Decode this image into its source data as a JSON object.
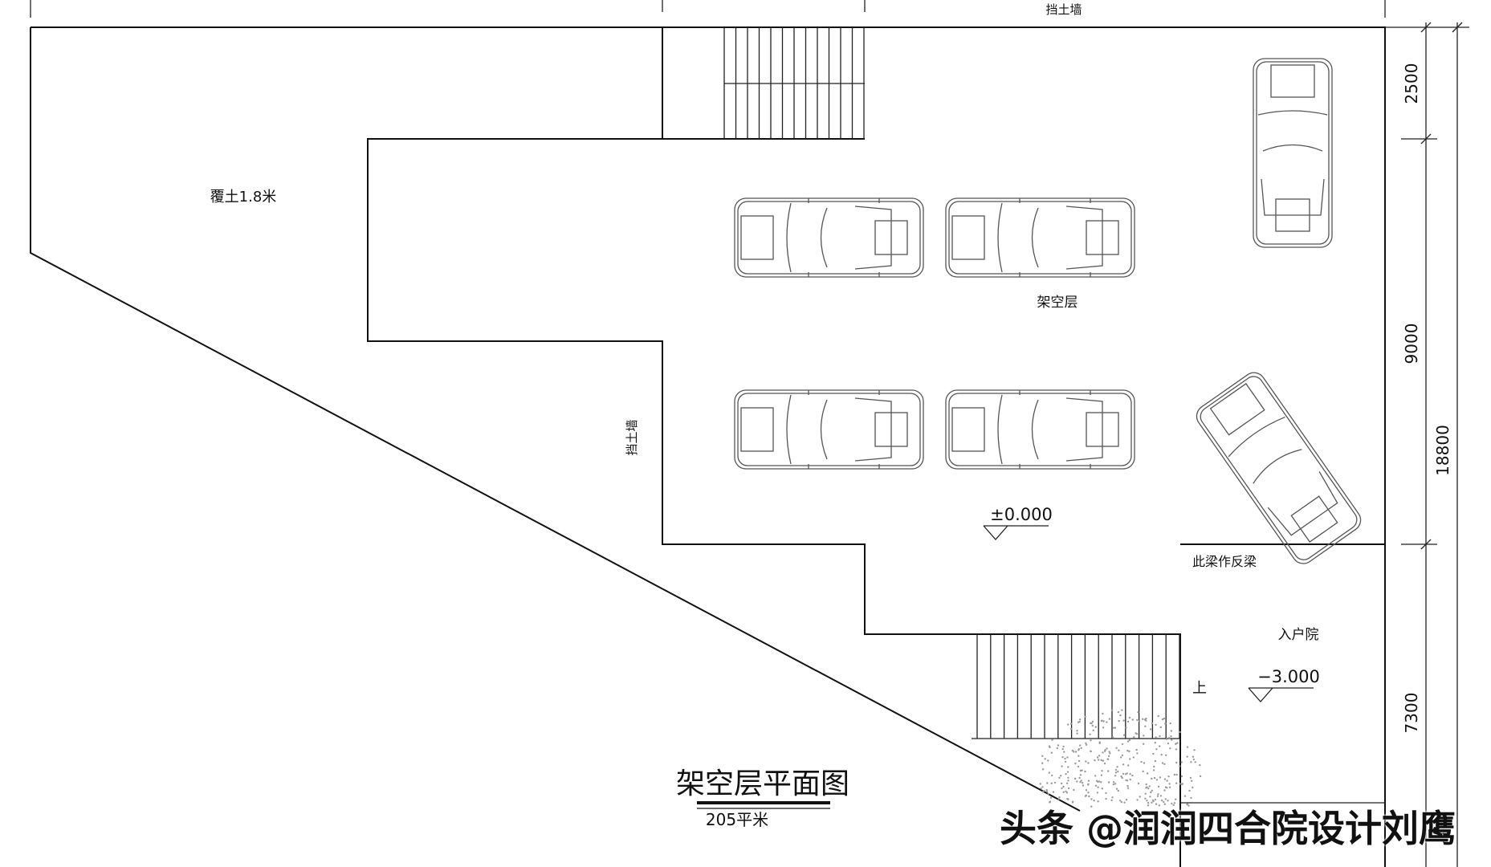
{
  "labels": {
    "retaining_wall_top": "挡土墙",
    "retaining_wall_side": "挡土墙",
    "soil_cover": "覆土1.8米",
    "stilt_floor": "架空层",
    "level_zero": "±0.000",
    "inverted_beam": "此梁作反梁",
    "entrance_court": "入户院",
    "up_arrow": "上",
    "level_minus": "−3.000"
  },
  "dimensions": {
    "d_top": "2500",
    "d_middle": "9000",
    "d_bottom": "7300",
    "d_total": "18800"
  },
  "caption": {
    "title": "架空层平面图",
    "area": "205平米"
  },
  "watermark": "头条 @润润四合院设计刘鹰"
}
